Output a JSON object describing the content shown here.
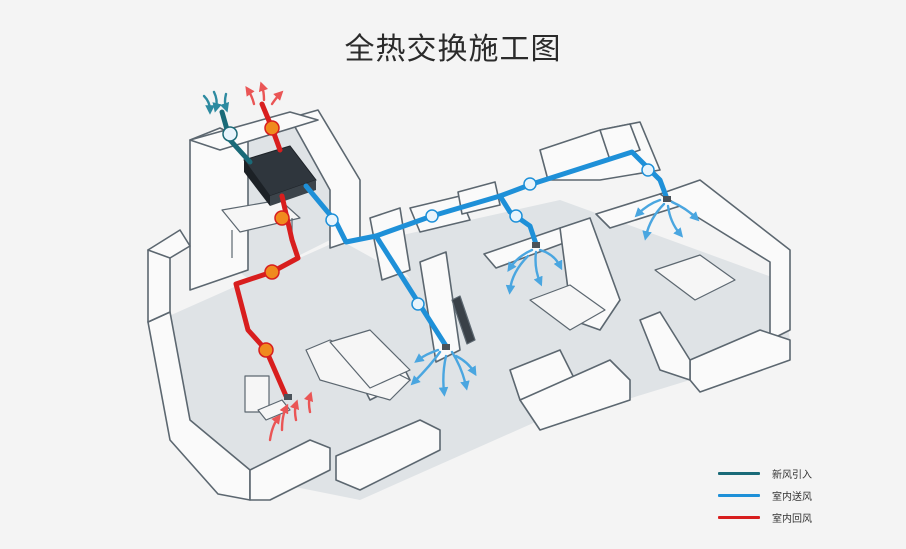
{
  "title": "全热交换施工图",
  "colors": {
    "fresh_air": "#1a6a78",
    "supply_air": "#1e90d8",
    "return_air": "#d81e1e",
    "wall_fill": "#fafafa",
    "wall_stroke": "#5c6770",
    "floor": "#dfe3e6"
  },
  "legend": [
    {
      "label": "新风引入",
      "color": "#1a6a78"
    },
    {
      "label": "室内送风",
      "color": "#1e90d8"
    },
    {
      "label": "室内回风",
      "color": "#d81e1e"
    }
  ]
}
